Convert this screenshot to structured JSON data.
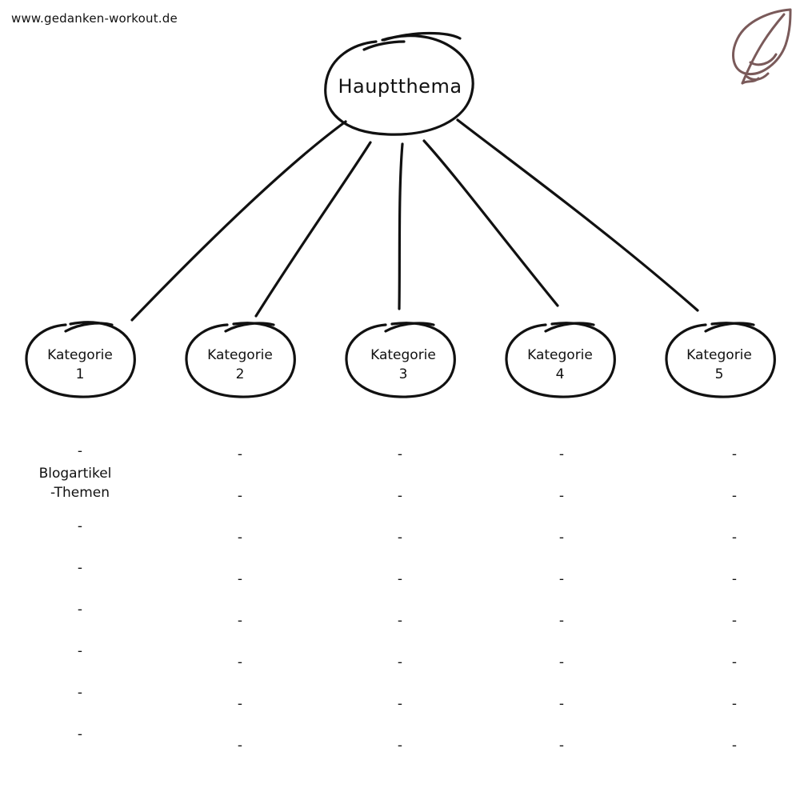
{
  "website": "www.gedanken-workout.de",
  "main_topic": "Hauptthema",
  "categories": [
    {
      "line1": "Kategorie",
      "line2": "1"
    },
    {
      "line1": "Kategorie",
      "line2": "2"
    },
    {
      "line1": "Kategorie",
      "line2": "3"
    },
    {
      "line1": "Kategorie",
      "line2": "4"
    },
    {
      "line1": "Kategorie",
      "line2": "5"
    }
  ],
  "column1": {
    "first_dash": "-",
    "label_line1": "Blogartikel",
    "label_line2": "-Themen",
    "dashes": [
      "-",
      "-",
      "-",
      "-",
      "-",
      "-"
    ]
  },
  "columns_2_to_5": {
    "dashes": [
      "-",
      "-",
      "-",
      "-",
      "-",
      "-",
      "-",
      "-"
    ]
  },
  "colors": {
    "ink": "#111111",
    "leaf": "#7a5a5a"
  },
  "logo_icon": "leaf-icon"
}
